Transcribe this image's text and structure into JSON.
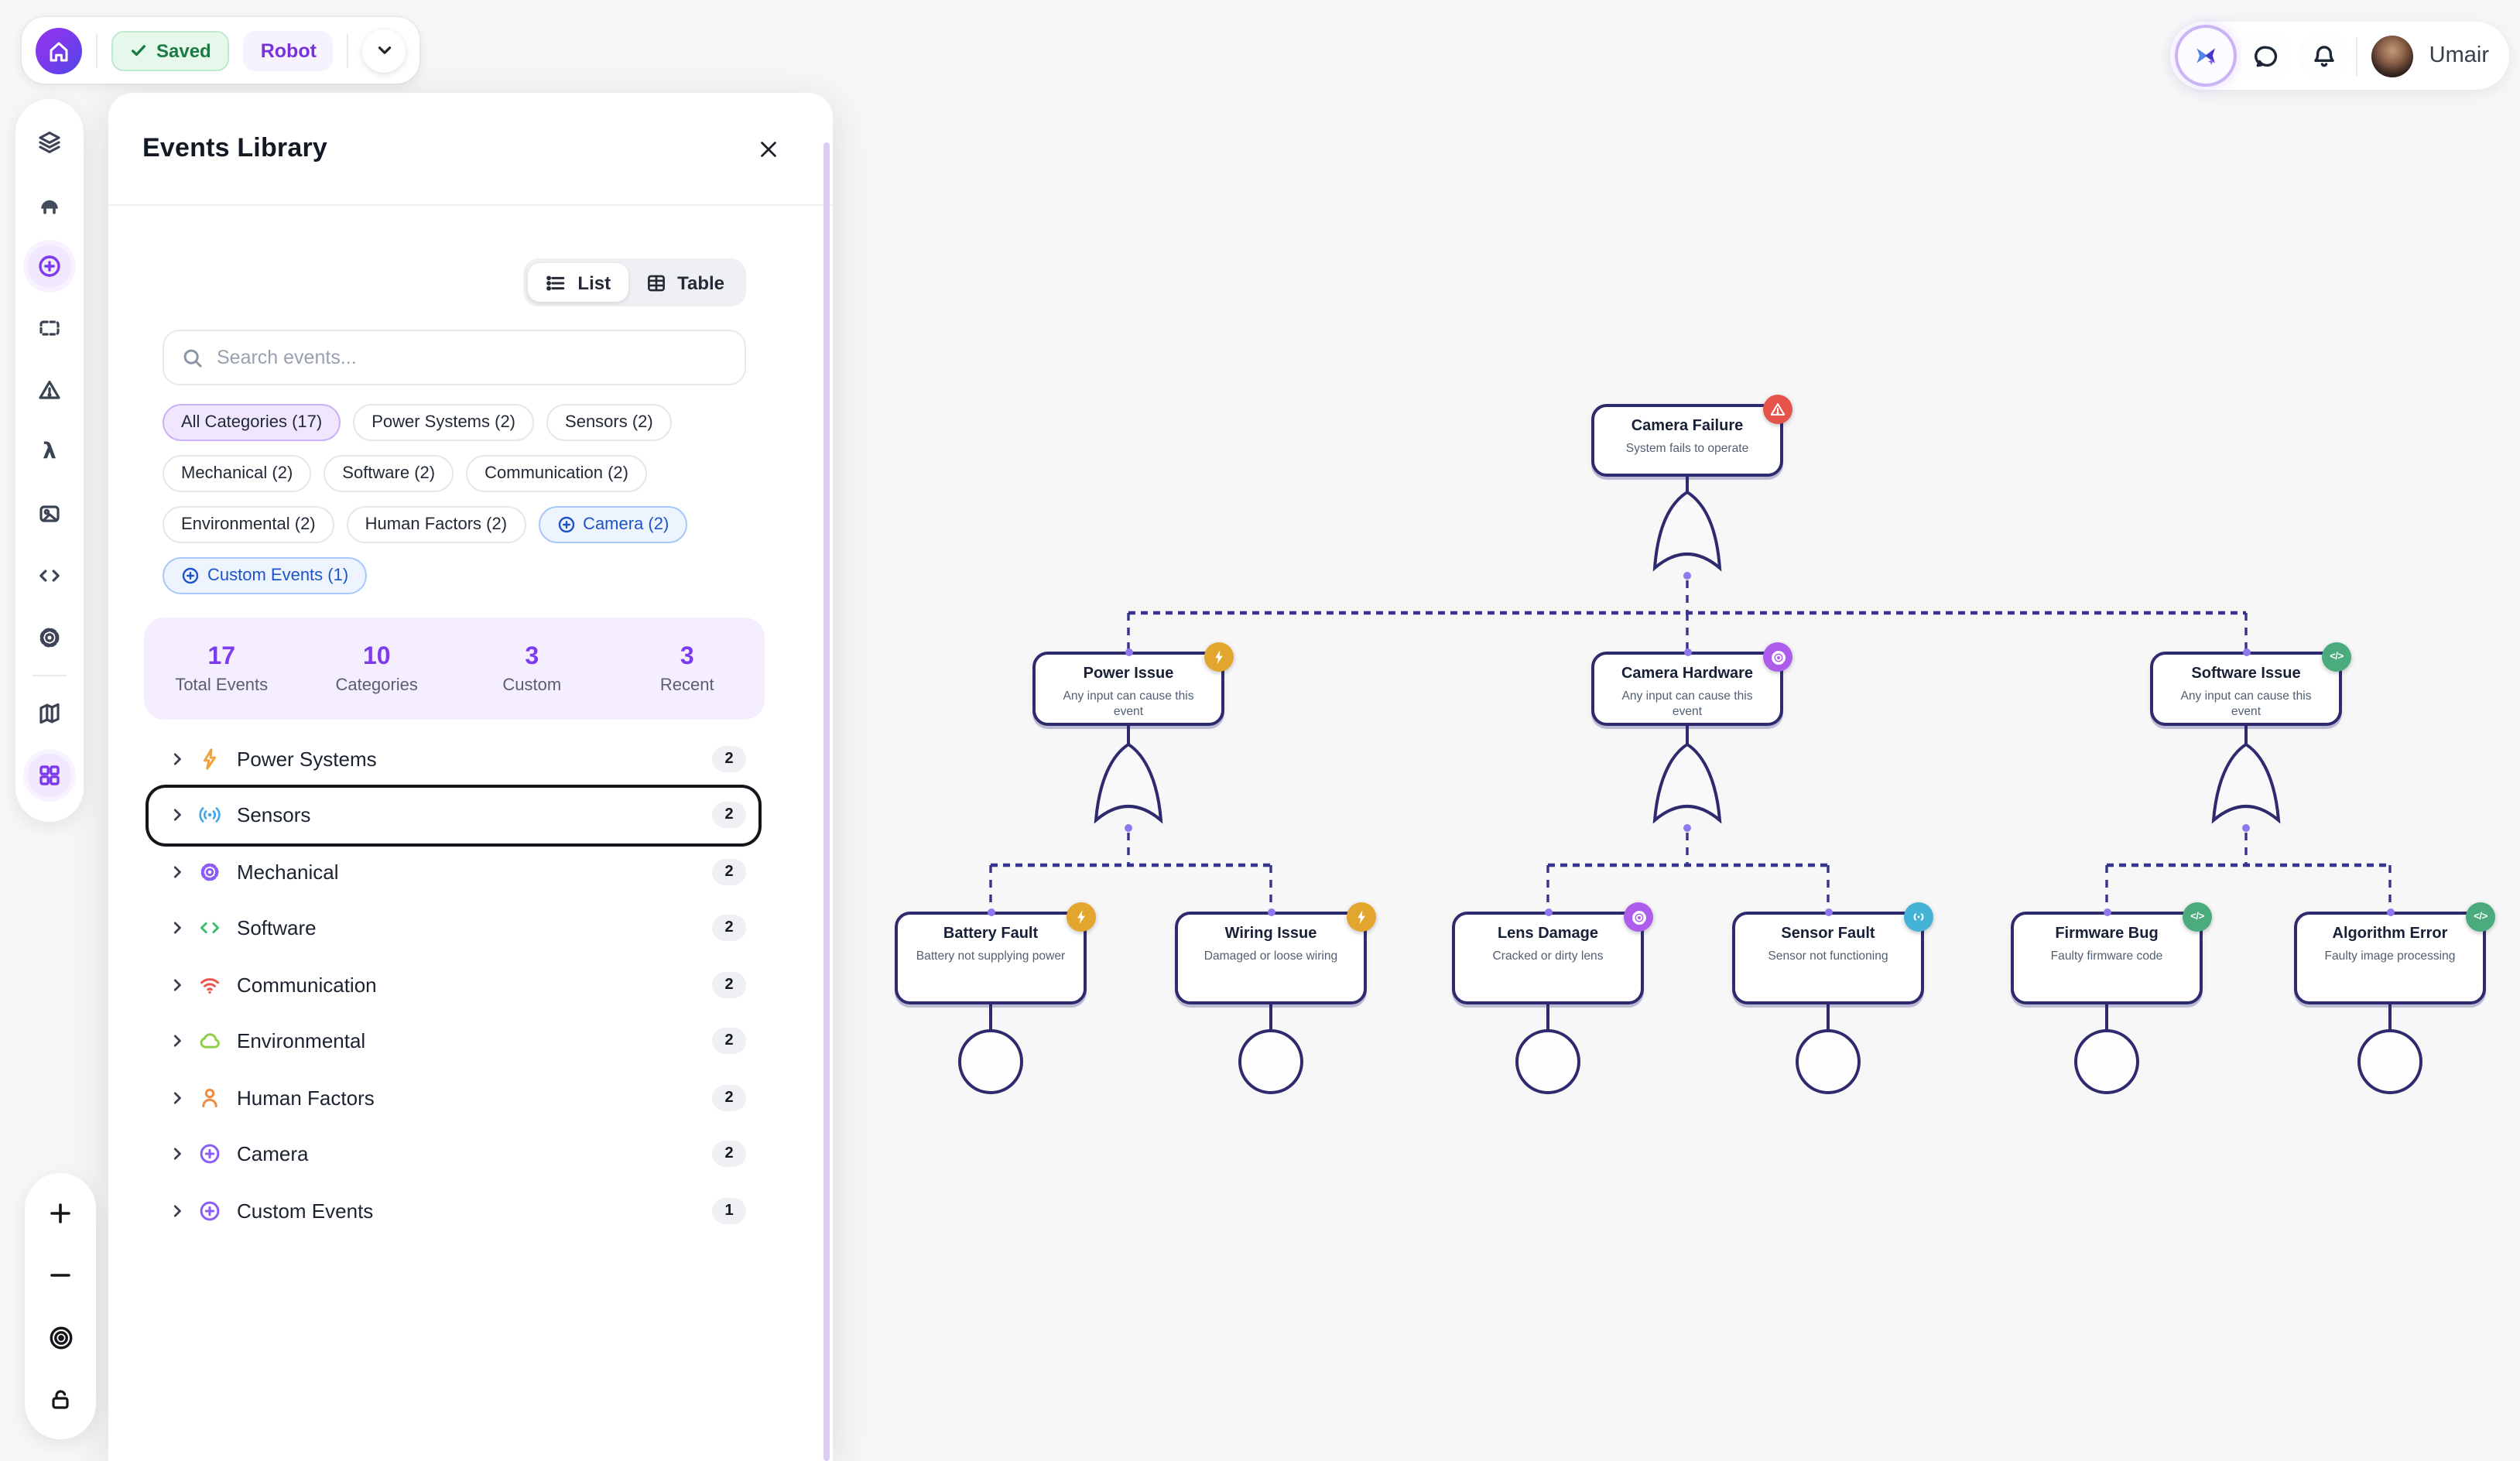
{
  "topbar": {
    "saved_label": "Saved",
    "mode_label": "Robot"
  },
  "userbar": {
    "username": "Umair"
  },
  "panel": {
    "title": "Events Library",
    "view_toggle": {
      "list": "List",
      "table": "Table"
    },
    "search_placeholder": "Search events...",
    "chips": [
      {
        "label": "All Categories (17)"
      },
      {
        "label": "Power Systems (2)"
      },
      {
        "label": "Sensors (2)"
      },
      {
        "label": "Mechanical (2)"
      },
      {
        "label": "Software (2)"
      },
      {
        "label": "Communication (2)"
      },
      {
        "label": "Environmental (2)"
      },
      {
        "label": "Human Factors (2)"
      },
      {
        "label": "Camera (2)"
      },
      {
        "label": "Custom Events (1)"
      }
    ],
    "stats": [
      {
        "value": "17",
        "label": "Total Events"
      },
      {
        "value": "10",
        "label": "Categories"
      },
      {
        "value": "3",
        "label": "Custom"
      },
      {
        "value": "3",
        "label": "Recent"
      }
    ],
    "categories": [
      {
        "name": "Power Systems",
        "count": "2",
        "icon": "lightning-icon"
      },
      {
        "name": "Sensors",
        "count": "2",
        "icon": "signal-icon",
        "selected": true
      },
      {
        "name": "Mechanical",
        "count": "2",
        "icon": "gear-icon"
      },
      {
        "name": "Software",
        "count": "2",
        "icon": "code-icon"
      },
      {
        "name": "Communication",
        "count": "2",
        "icon": "wifi-icon"
      },
      {
        "name": "Environmental",
        "count": "2",
        "icon": "cloud-icon"
      },
      {
        "name": "Human Factors",
        "count": "2",
        "icon": "person-icon"
      },
      {
        "name": "Camera",
        "count": "2",
        "icon": "plus-circle-icon"
      },
      {
        "name": "Custom Events",
        "count": "1",
        "icon": "plus-circle-icon"
      }
    ]
  },
  "tree": {
    "nodes": {
      "camera_failure": {
        "title": "Camera Failure",
        "subtitle": "System fails to operate",
        "badge": "warning"
      },
      "power_issue": {
        "title": "Power Issue",
        "subtitle": "Any input can cause this event",
        "badge": "lightning"
      },
      "camera_hardware": {
        "title": "Camera Hardware",
        "subtitle": "Any input can cause this event",
        "badge": "gear"
      },
      "software_issue": {
        "title": "Software Issue",
        "subtitle": "Any input can cause this event",
        "badge": "code"
      },
      "battery_fault": {
        "title": "Battery Fault",
        "subtitle": "Battery not supplying power",
        "badge": "lightning"
      },
      "wiring_issue": {
        "title": "Wiring Issue",
        "subtitle": "Damaged or loose wiring",
        "badge": "lightning"
      },
      "lens_damage": {
        "title": "Lens Damage",
        "subtitle": "Cracked or dirty lens",
        "badge": "gear"
      },
      "sensor_fault": {
        "title": "Sensor Fault",
        "subtitle": "Sensor not functioning",
        "badge": "signal"
      },
      "firmware_bug": {
        "title": "Firmware Bug",
        "subtitle": "Faulty firmware code",
        "badge": "code"
      },
      "algorithm_error": {
        "title": "Algorithm Error",
        "subtitle": "Faulty image processing",
        "badge": "code"
      }
    },
    "code_badge_text": "</>"
  },
  "colors": {
    "accent_purple": "#7c3aed",
    "node_border": "#2d2b6e",
    "connector": "#37338a",
    "dot_purple": "#8f78ee",
    "badge_red": "#e5534b",
    "badge_amber": "#e2a52e",
    "badge_purple": "#ad5cec",
    "badge_green": "#4bab7c",
    "badge_cyan": "#45b3d6",
    "icon_amber": "#f0a23c",
    "icon_blue": "#41a7e8",
    "icon_purple": "#8b5cf6",
    "icon_green": "#3bbf6b",
    "icon_red": "#e8564e",
    "icon_lime": "#8ed044",
    "icon_orange": "#f08a3c",
    "saved_text": "#1b7a41",
    "blue_chip_text": "#1d53c8",
    "stat_number": "#7d3bf0",
    "scrollbar": "#d9cdf2"
  }
}
